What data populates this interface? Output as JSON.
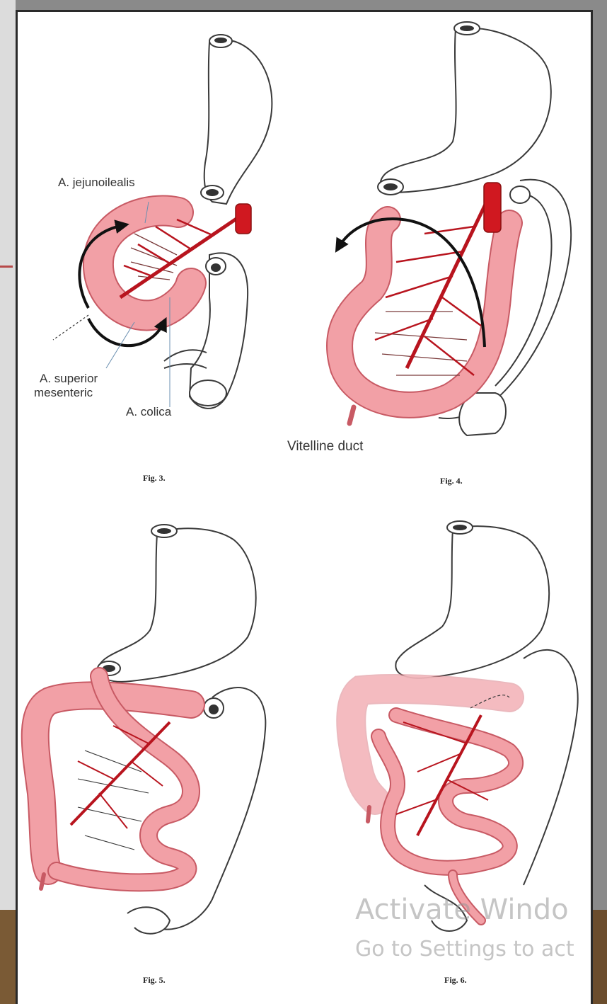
{
  "labels": {
    "a_jejunoilealis": "A. jejunoilealis",
    "a_superior_mesenteric_line1": "A. superior",
    "a_superior_mesenteric_line2": "mesenteric",
    "a_colica": "A. colica",
    "vitelline_duct": "Vitelline duct"
  },
  "figures": {
    "fig3": "Fig. 3.",
    "fig4": "Fig. 4.",
    "fig5": "Fig. 5.",
    "fig6": "Fig. 6."
  },
  "watermark": {
    "line1": "Activate Windo",
    "line2": "Go to Settings to act"
  },
  "colors": {
    "intestine": "#f2a0a6",
    "intestine_stroke": "#c85a64",
    "artery": "#b8141e",
    "outline": "#3a3a3a"
  }
}
